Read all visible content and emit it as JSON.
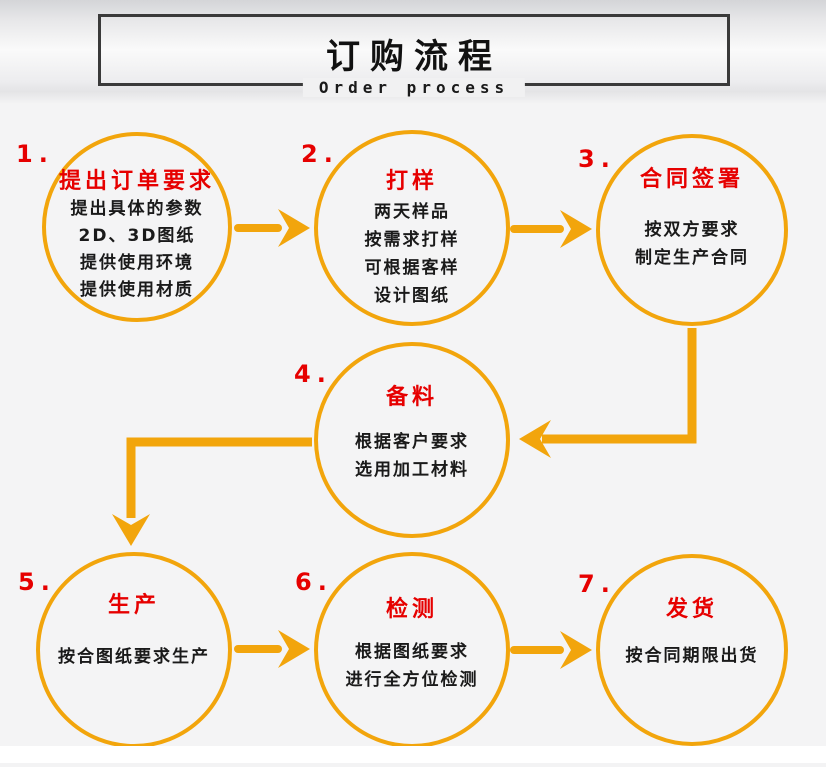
{
  "header": {
    "title": "订购流程",
    "subtitle": "Order process"
  },
  "colors": {
    "accent": "#F2A50C",
    "red": "#E60000",
    "text": "#1A1A1A",
    "header_border": "#3A3A3A",
    "page_bg": "#F4F4F5"
  },
  "steps": [
    {
      "number": "1.",
      "title": "提出订单要求",
      "lines": [
        "提出具体的参数",
        "2D、3D图纸",
        "提供使用环境",
        "提供使用材质"
      ]
    },
    {
      "number": "2.",
      "title": "打样",
      "lines": [
        "两天样品",
        "按需求打样",
        "可根据客样",
        "设计图纸"
      ]
    },
    {
      "number": "3.",
      "title": "合同签署",
      "lines": [
        "按双方要求",
        "制定生产合同"
      ]
    },
    {
      "number": "4.",
      "title": "备料",
      "lines": [
        "根据客户要求",
        "选用加工材料"
      ]
    },
    {
      "number": "5.",
      "title": "生产",
      "lines": [
        "按合图纸要求生产"
      ]
    },
    {
      "number": "6.",
      "title": "检测",
      "lines": [
        "根据图纸要求",
        "进行全方位检测"
      ]
    },
    {
      "number": "7.",
      "title": "发货",
      "lines": [
        "按合同期限出货"
      ]
    }
  ]
}
